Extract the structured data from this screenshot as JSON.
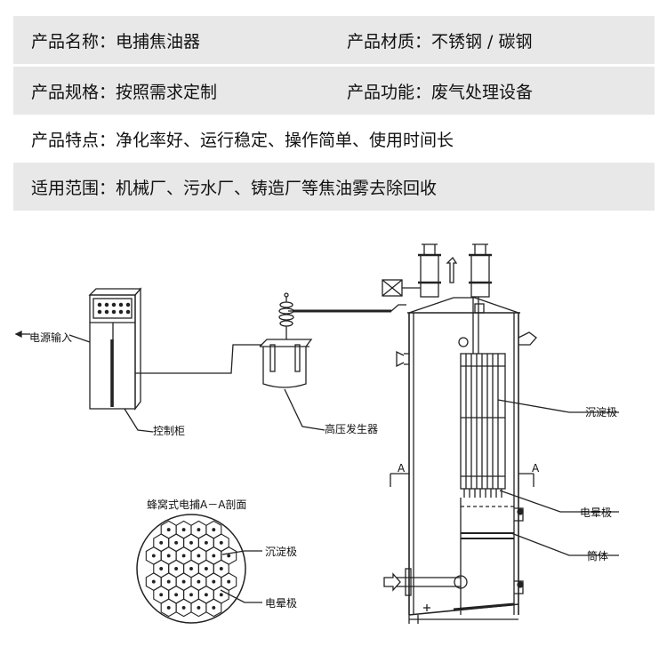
{
  "specs": {
    "row1": {
      "left": "产品名称：电捕焦油器",
      "right": "产品材质：不锈钢 / 碳钢"
    },
    "row2": {
      "left": "产品规格：按照需求定制",
      "right": "产品功能：废气处理设备"
    },
    "row3": {
      "full": "产品特点：净化率好、运行稳定、操作简单、使用时间长"
    },
    "row4": {
      "full": "适用范围：机械厂、污水厂、铸造厂等焦油雾去除回收"
    }
  },
  "diagram": {
    "power_input": "电源输入",
    "control_cabinet": "控制柜",
    "hv_generator": "高压发生器",
    "cross_section_title": "蜂窝式电捕A－A剖面",
    "sediment_electrode": "沉淀极",
    "corona_electrode": "电晕极",
    "sediment_electrode_main": "沉淀极",
    "corona_electrode_main": "电晕极",
    "shell": "筒体",
    "section_a_left": "A",
    "section_a_right": "A"
  }
}
